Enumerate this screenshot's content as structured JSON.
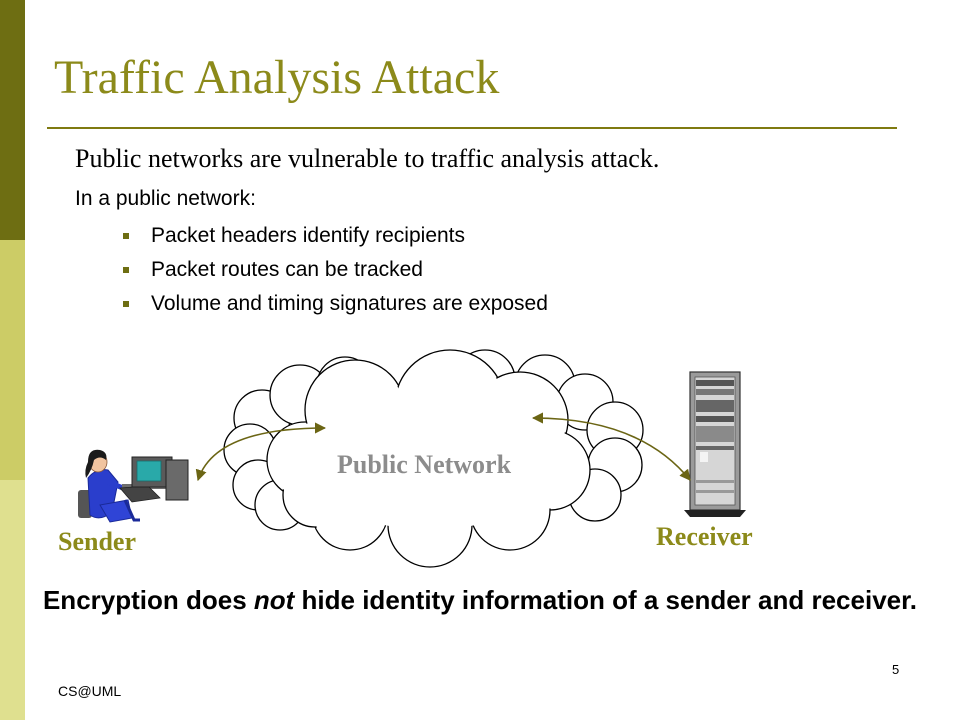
{
  "slide": {
    "title": "Traffic Analysis Attack",
    "subtitle": "Public networks are vulnerable to traffic analysis attack.",
    "intro": "In a public network:",
    "bullets": [
      "Packet headers identify recipients",
      "Packet routes can be tracked",
      "Volume and timing signatures are exposed"
    ],
    "conclusion": {
      "part1": "Encryption does ",
      "emphasis": "not",
      "part2": " hide identity information of a sender and receiver."
    },
    "footer": "CS@UML",
    "page_number": "5"
  },
  "diagram": {
    "network_label": "Public Network",
    "sender_label": "Sender",
    "receiver_label": "Receiver"
  },
  "colors": {
    "accent_olive": "#8c8a1a",
    "bar_dark": "#6e6e12",
    "bar_mid": "#cccc66",
    "bar_light": "#dfe08f",
    "network_text": "#8c8c8c",
    "arrow": "#6b6514"
  },
  "icons": {
    "sender": "person-at-computer-icon",
    "receiver": "server-rack-icon",
    "network": "cloud-icon"
  }
}
